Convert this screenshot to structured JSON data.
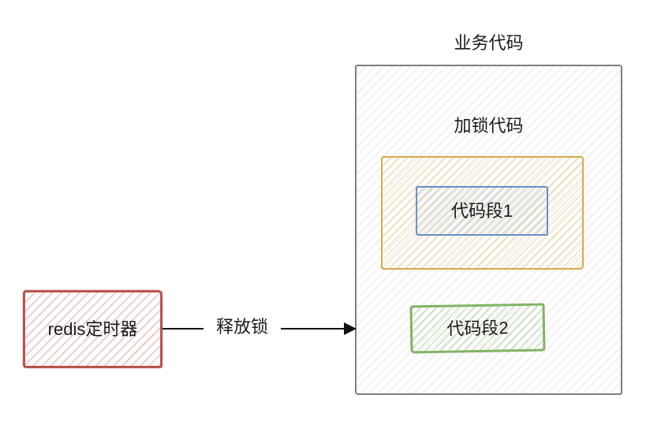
{
  "diagram": {
    "title": "业务代码",
    "business_box": {
      "border_color": "#7f7f7f",
      "fill_style": "diagonal-hatch-gray"
    },
    "lock_region": {
      "label": "加锁代码",
      "border_color": "#d2ab4a",
      "fill_style": "diagonal-hatch-yellow"
    },
    "segment1": {
      "label": "代码段1",
      "border_color": "#6c8ebf",
      "fill_style": "diagonal-hatch-blue"
    },
    "segment2": {
      "label": "代码段2",
      "border_color": "#82b366",
      "fill_style": "diagonal-hatch-green"
    },
    "timer": {
      "label": "redis定时器",
      "border_color": "#b85450",
      "fill_style": "diagonal-hatch-red"
    },
    "arrow": {
      "label": "释放锁",
      "color": "#111111",
      "direction": "right"
    }
  }
}
